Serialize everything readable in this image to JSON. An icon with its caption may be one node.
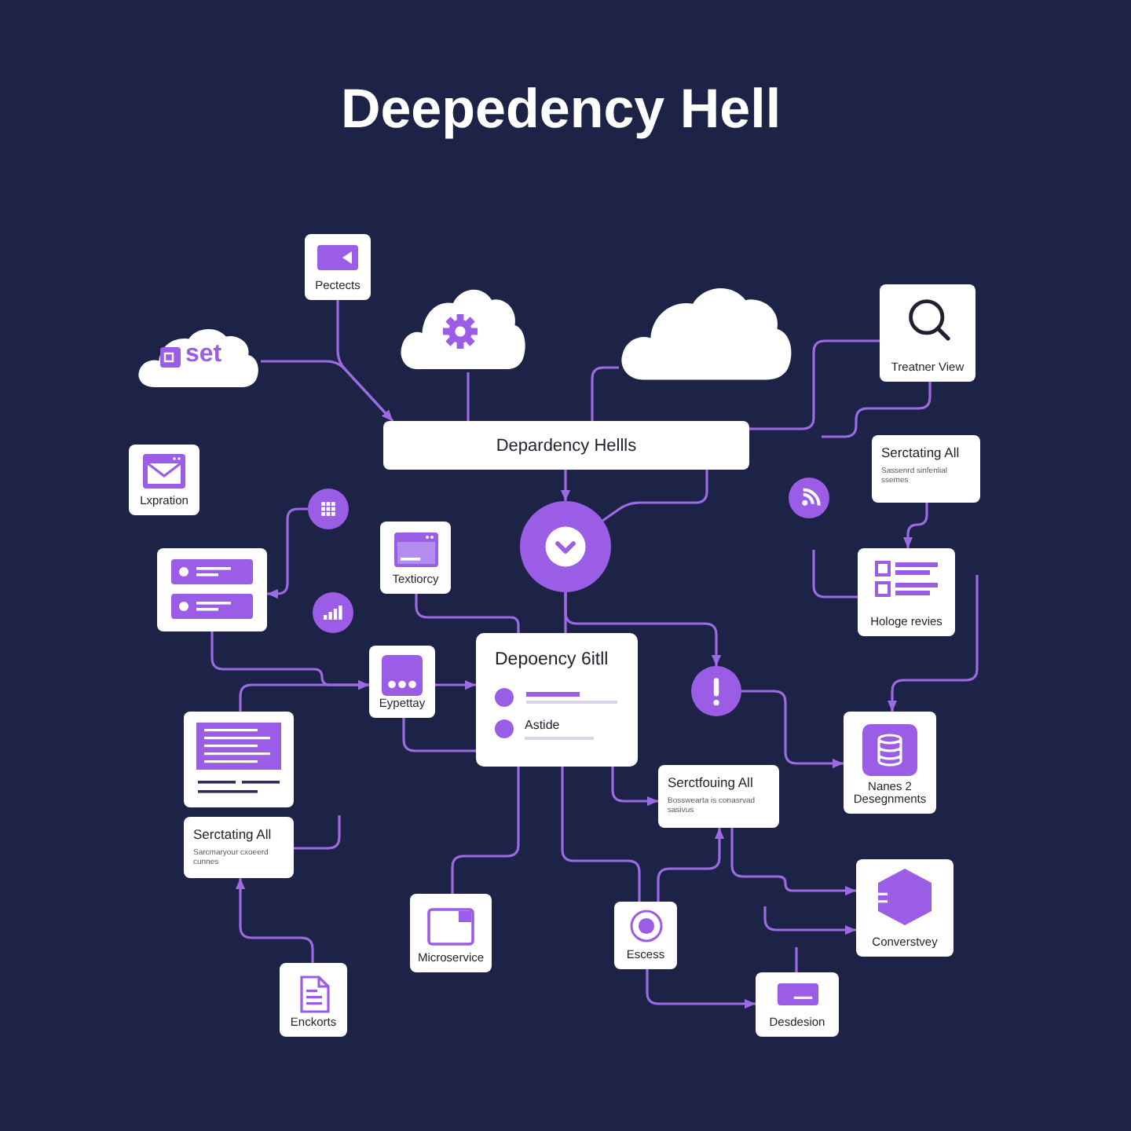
{
  "diagram": {
    "title": "Deepedency Hell",
    "nodes": [
      {
        "text": [
          "Pectects"
        ]
      },
      {
        "text": [
          "set"
        ]
      },
      {
        "text": [],
        "shape": "cloud"
      },
      {
        "text": [],
        "shape": "cloud"
      },
      {
        "text": [
          "Treatner View"
        ]
      },
      {
        "text": [
          "Depardency Hellls"
        ]
      },
      {
        "text": [
          "Lxpration"
        ]
      },
      {
        "text": [],
        "shape": "circle"
      },
      {
        "text": [
          "Serctating All",
          "Sassenrd sinfenlial ssemes"
        ]
      },
      {
        "text": [],
        "shape": "circle"
      },
      {
        "text": [],
        "shape": "circle"
      },
      {
        "text": [],
        "shape": "box"
      },
      {
        "text": [
          "Textiorcy"
        ]
      },
      {
        "text": [],
        "shape": "circle"
      },
      {
        "text": [
          "Hologe revies"
        ]
      },
      {
        "text": [
          "Eypettay"
        ]
      },
      {
        "text": [
          "Depoency 6itll",
          "Astide"
        ]
      },
      {
        "text": [],
        "shape": "circle"
      },
      {
        "text": [],
        "shape": "box"
      },
      {
        "text": [
          "Serctfouing All",
          "Bosswearta is conasrvad sasivus"
        ]
      },
      {
        "text": [
          "Nanes 2 Desegnments"
        ]
      },
      {
        "text": [
          "Serctating All",
          "Sarcmaryour cxoeerd cunnes"
        ]
      },
      {
        "text": [
          "Microservice"
        ]
      },
      {
        "text": [
          "Escess"
        ]
      },
      {
        "text": [
          "Converstvey"
        ]
      },
      {
        "text": [
          "Enckorts"
        ]
      },
      {
        "text": [
          "Desdesion"
        ]
      }
    ],
    "edges": [
      {
        "from": 0,
        "to": 5,
        "arrow": "to"
      },
      {
        "from": 1,
        "to": 5,
        "arrow": "to"
      },
      {
        "from": 2,
        "to": 5,
        "arrow": "none"
      },
      {
        "from": 3,
        "to": 5,
        "arrow": "none"
      },
      {
        "from": 4,
        "to": 5,
        "arrow": "none"
      },
      {
        "from": 4,
        "to": null,
        "arrow": "none"
      },
      {
        "from": 5,
        "to": 10,
        "arrow": "to"
      },
      {
        "from": 5,
        "to": 10,
        "arrow": "none"
      },
      {
        "from": 10,
        "to": 16,
        "arrow": "none"
      },
      {
        "from": 10,
        "to": 17,
        "arrow": "to"
      },
      {
        "from": 7,
        "to": 11,
        "arrow": "to"
      },
      {
        "from": 11,
        "to": 15,
        "arrow": "to"
      },
      {
        "from": 18,
        "to": 15,
        "arrow": "to"
      },
      {
        "from": 12,
        "to": 16,
        "arrow": "none"
      },
      {
        "from": 15,
        "to": 16,
        "arrow": "to"
      },
      {
        "from": 15,
        "to": 16,
        "arrow": "none"
      },
      {
        "from": 16,
        "to": 19,
        "arrow": "to"
      },
      {
        "from": 16,
        "to": 22,
        "arrow": "none"
      },
      {
        "from": 16,
        "to": 23,
        "arrow": "none"
      },
      {
        "from": 17,
        "to": 20,
        "arrow": "to"
      },
      {
        "from": 23,
        "to": 19,
        "arrow": "to"
      },
      {
        "from": 19,
        "to": 24,
        "arrow": "to"
      },
      {
        "from": null,
        "to": 24,
        "arrow": "to"
      },
      {
        "from": 23,
        "to": 26,
        "arrow": "to"
      },
      {
        "from": 26,
        "to": null,
        "arrow": "none"
      },
      {
        "from": 8,
        "to": 14,
        "arrow": "to"
      },
      {
        "from": null,
        "to": 14,
        "arrow": "none"
      },
      {
        "from": null,
        "to": 20,
        "arrow": "to"
      },
      {
        "from": 25,
        "to": 21,
        "arrow": "to"
      },
      {
        "from": 21,
        "to": null,
        "arrow": "none"
      }
    ]
  }
}
